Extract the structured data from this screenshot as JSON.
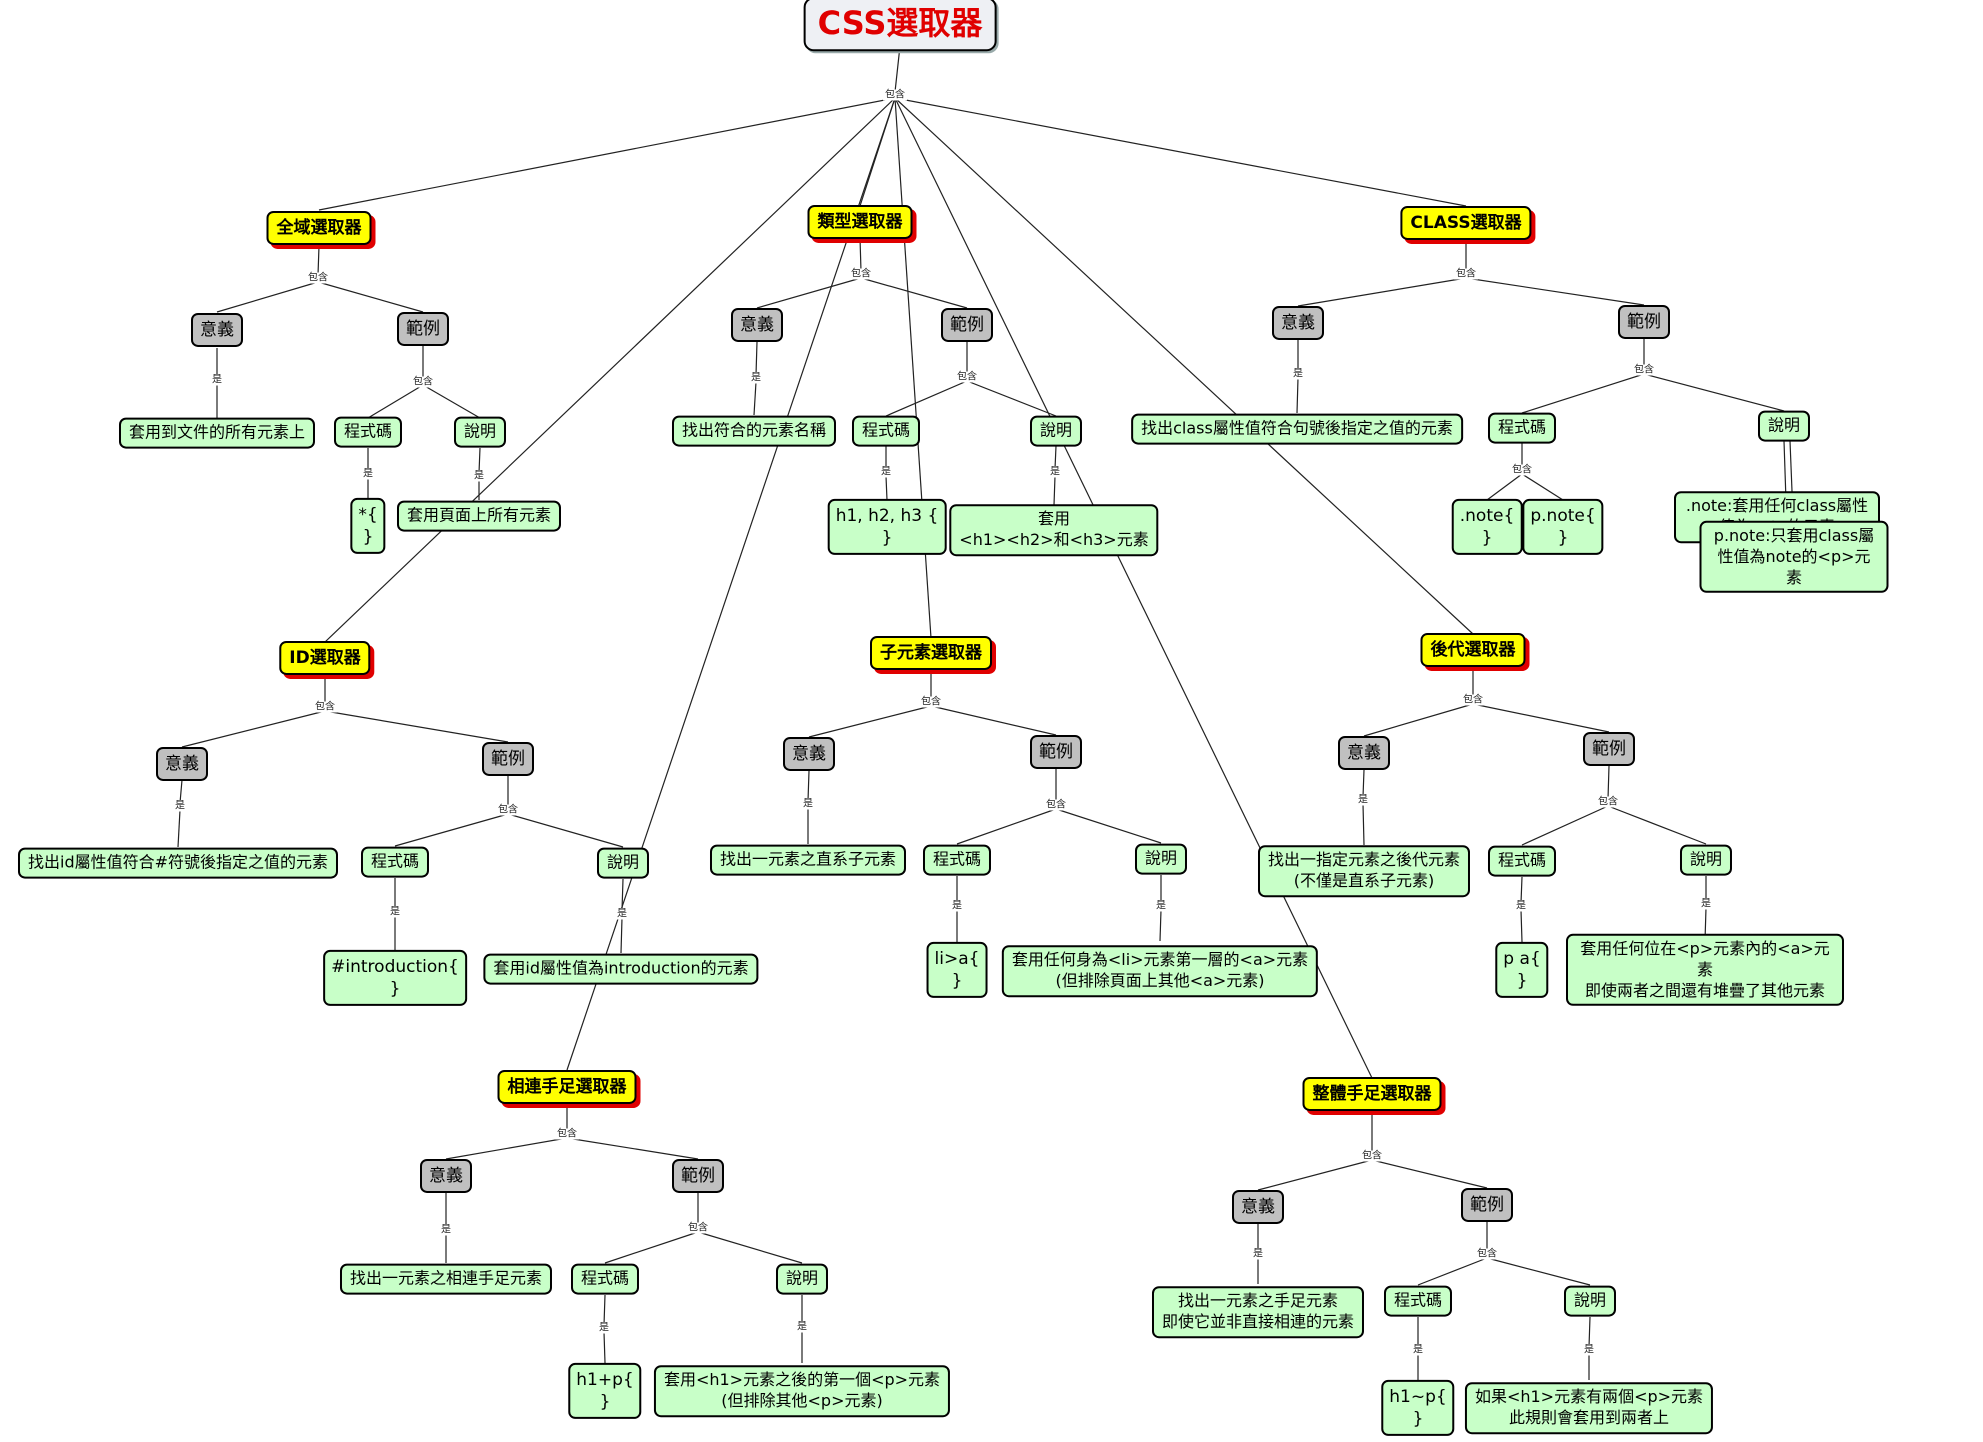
{
  "diagram": {
    "title": "CSS選取器",
    "link_labels": {
      "contains": "包含",
      "is": "是"
    },
    "categories": {
      "universal": "全域選取器",
      "type": "類型選取器",
      "class": "CLASS選取器",
      "id": "ID選取器",
      "child": "子元素選取器",
      "descendant": "後代選取器",
      "adjacent": "相連手足選取器",
      "general": "整體手足選取器"
    },
    "common": {
      "meaning": "意義",
      "example": "範例",
      "code": "程式碼",
      "explanation": "說明"
    },
    "universal": {
      "meaning": "套用到文件的所有元素上",
      "code": "*{\n}",
      "explanation": "套用頁面上所有元素"
    },
    "type": {
      "meaning": "找出符合的元素名稱",
      "code": "h1, h2, h3 {\n}",
      "explanation": "套用\n<h1><h2>和<h3>元素"
    },
    "class": {
      "meaning": "找出class屬性值符合句號後指定之值的元素",
      "code1": ".note{\n}",
      "code2": "p.note{\n}",
      "explanation1": ".note:套用任何class屬性值為note的元素",
      "explanation2": "p.note:只套用class屬性值為note的<p>元素"
    },
    "id": {
      "meaning": "找出id屬性值符合#符號後指定之值的元素",
      "code": "#introduction{\n}",
      "explanation": "套用id屬性值為introduction的元素"
    },
    "child": {
      "meaning": "找出一元素之直系子元素",
      "code": "li>a{\n}",
      "explanation": "套用任何身為<li>元素第一層的<a>元素\n(但排除頁面上其他<a>元素)"
    },
    "descendant": {
      "meaning": "找出一指定元素之後代元素\n(不僅是直系子元素)",
      "code": "p a{\n}",
      "explanation": "套用任何位在<p>元素內的<a>元素\n即使兩者之間還有堆疊了其他元素"
    },
    "adjacent": {
      "meaning": "找出一元素之相連手足元素",
      "code": "h1+p{\n}",
      "explanation": "套用<h1>元素之後的第一個<p>元素\n(但排除其他<p>元素)"
    },
    "general": {
      "meaning": "找出一元素之手足元素\n即使它並非直接相連的元素",
      "code": "h1~p{\n}",
      "explanation": "如果<h1>元素有兩個<p>元素\n此規則會套用到兩者上"
    }
  }
}
